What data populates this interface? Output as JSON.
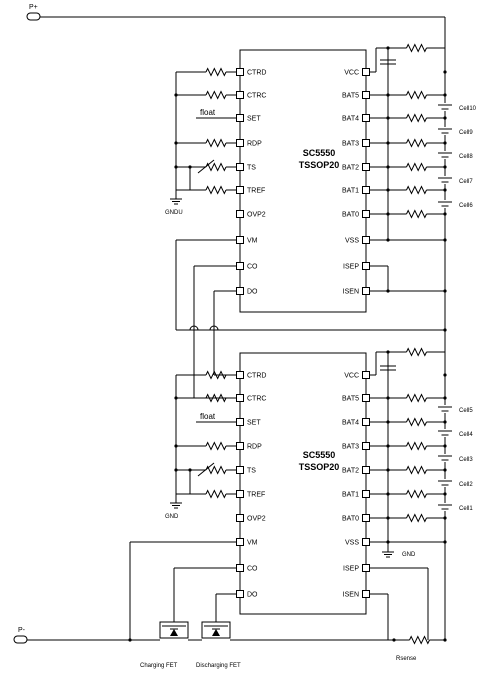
{
  "terminals": {
    "p_plus": "P+",
    "p_minus": "P-"
  },
  "ic_upper": {
    "name": "SC5550",
    "package": "TSSOP20",
    "left_pins": [
      "CTRD",
      "CTRC",
      "SET",
      "RDP",
      "TS",
      "TREF",
      "OVP2",
      "VM",
      "CO",
      "DO"
    ],
    "right_pins": [
      "VCC",
      "BAT5",
      "BAT4",
      "BAT3",
      "BAT2",
      "BAT1",
      "BAT0",
      "VSS",
      "ISEP",
      "ISEN"
    ],
    "float_label": "float",
    "ground_label": "GNDU",
    "cells": [
      "Cell10",
      "Cell9",
      "Cell8",
      "Cell7",
      "Cell6"
    ]
  },
  "ic_lower": {
    "name": "SC5550",
    "package": "TSSOP20",
    "left_pins": [
      "CTRD",
      "CTRC",
      "SET",
      "RDP",
      "TS",
      "TREF",
      "OVP2",
      "VM",
      "CO",
      "DO"
    ],
    "right_pins": [
      "VCC",
      "BAT5",
      "BAT4",
      "BAT3",
      "BAT2",
      "BAT1",
      "BAT0",
      "VSS",
      "ISEP",
      "ISEN"
    ],
    "float_label": "float",
    "ground_label": "GND",
    "vss_ground_label": "GND",
    "cells": [
      "Cell5",
      "Cell4",
      "Cell3",
      "Cell2",
      "Cell1"
    ]
  },
  "components": {
    "charging_fet": "Charging FET",
    "discharging_fet": "Discharging FET",
    "rsense": "Rsense"
  }
}
